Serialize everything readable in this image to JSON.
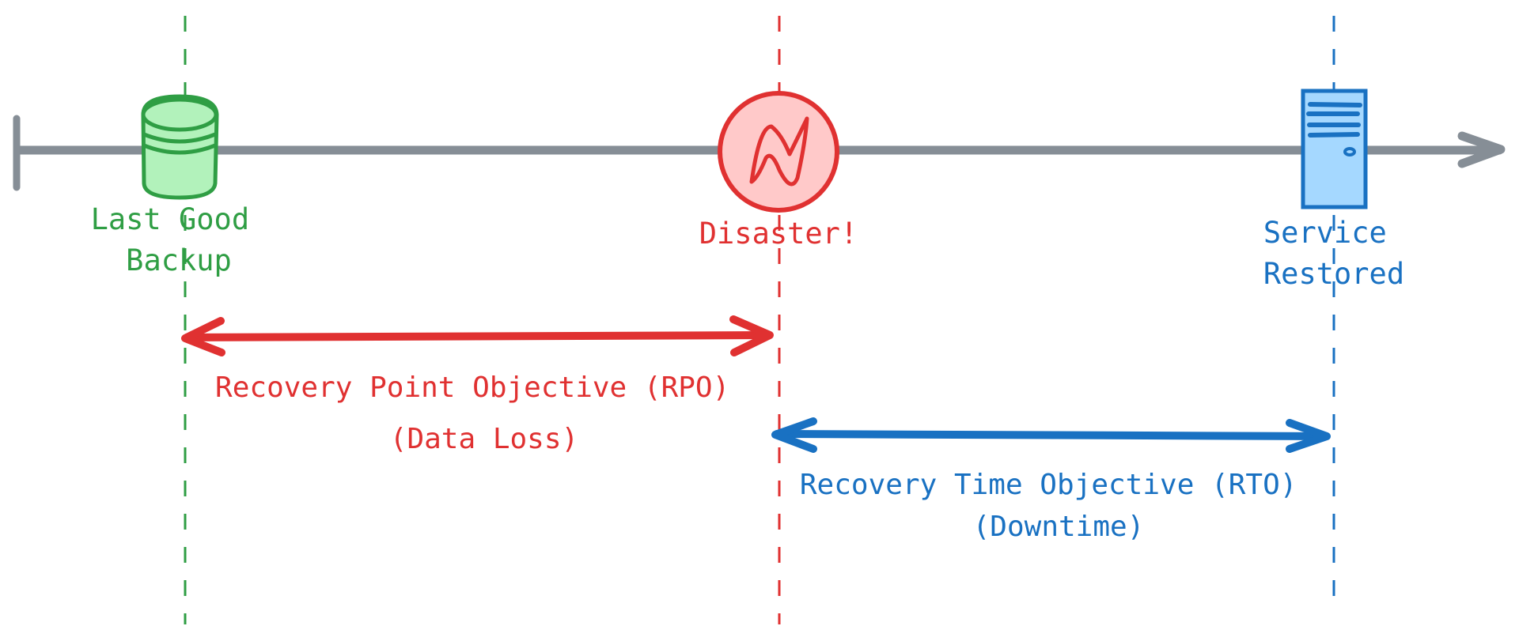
{
  "colors": {
    "axis": "#868e96",
    "green": "#2f9e44",
    "green_fill": "#b2f2bb",
    "red": "#e03131",
    "red_fill": "#ffc9c9",
    "blue": "#1971c2",
    "blue_fill": "#a5d8ff"
  },
  "events": [
    {
      "id": "backup",
      "icon": "database-icon",
      "label_lines": [
        "Last Good",
        "Backup"
      ]
    },
    {
      "id": "disaster",
      "icon": "lightning-icon",
      "label_lines": [
        "Disaster!"
      ]
    },
    {
      "id": "restored",
      "icon": "server-icon",
      "label_lines": [
        "Service",
        "Restored"
      ]
    }
  ],
  "spans": {
    "rpo": {
      "label": "Recovery Point Objective (RPO)",
      "sublabel": "(Data Loss)",
      "from": "backup",
      "to": "disaster"
    },
    "rto": {
      "label": "Recovery Time Objective (RTO)",
      "sublabel": "(Downtime)",
      "from": "disaster",
      "to": "restored"
    }
  },
  "timeline": {
    "direction": "left-to-right",
    "arrow": "timeline-arrow-icon"
  }
}
